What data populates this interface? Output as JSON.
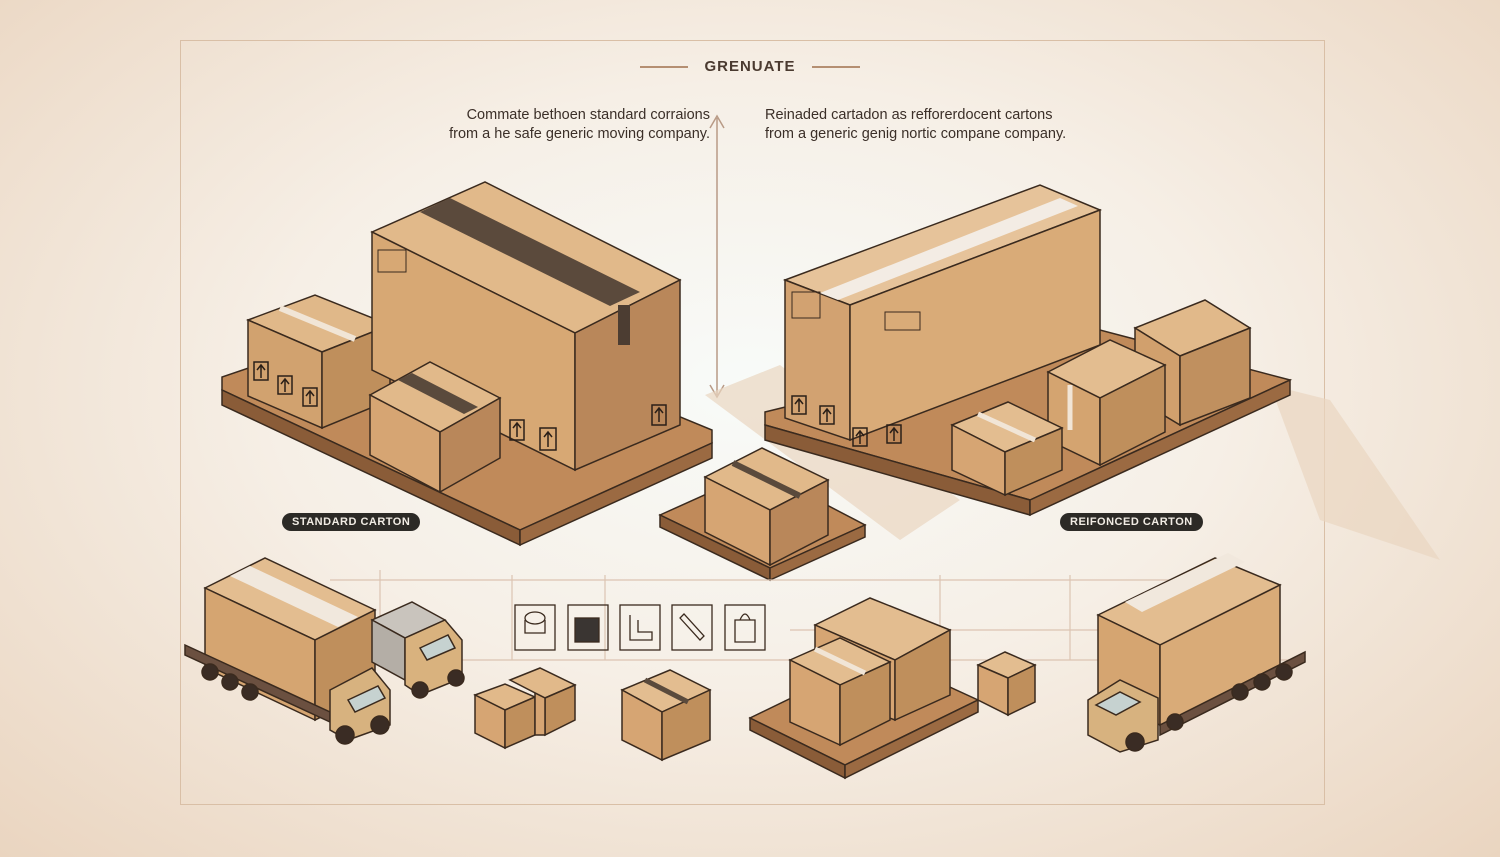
{
  "header": {
    "title": "GRENUATE"
  },
  "captions": {
    "left": {
      "line1": "Commate bethoen standard corraions",
      "line2": "from a he safe generic moving company."
    },
    "right": {
      "line1": "Reinaded cartadon as refforerdocent cartons",
      "line2": "from a generic genig nortic compane company."
    }
  },
  "labels": {
    "standard": "STANDARD CARTON",
    "reinforced": "REIFONCED CARTON"
  },
  "palette": {
    "cardboard_light": "#d8ac7c",
    "cardboard_mid": "#c9965f",
    "cardboard_dark": "#a8784a",
    "pallet": "#a8764a",
    "outline": "#3a2a1e",
    "accent_line": "#c0a18a"
  },
  "icons": [
    "scale-icon",
    "black-square-icon",
    "hand-truck-icon",
    "knife-icon",
    "box-handle-icon"
  ]
}
